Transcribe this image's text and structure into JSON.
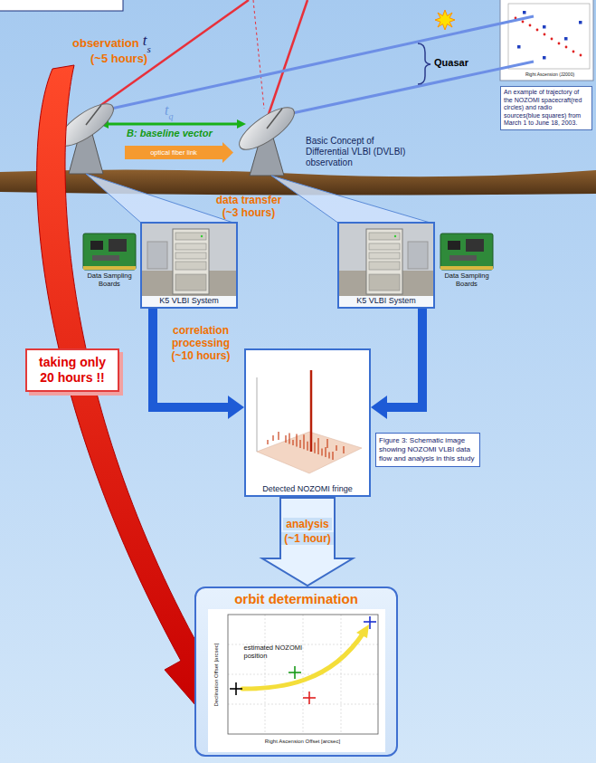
{
  "diagram": {
    "caption": "Figure 3: Schematic image showing NOZOMI VLBI data flow and analysis in this study",
    "nodes": [
      {
        "text": [
          "An example of trajectory of the NOZOMI spacecraft(red circles) and radio sources(blue squares) from March 1 to June 18, 2003."
        ]
      },
      {
        "text": [
          "K5 VLBI System"
        ]
      },
      {
        "text": [
          "K5 VLBI System"
        ]
      },
      {
        "text": [
          "Detected NOZOMI fringe"
        ]
      },
      {
        "text": [
          "taking only 20 hours !!"
        ]
      },
      {
        "text": [
          "orbit determination"
        ]
      },
      {
        "text": [
          "estimated NOZOMI position"
        ],
        "in": 5
      }
    ],
    "edges": [
      {
        "from": 1,
        "to": 3,
        "arrow": "to"
      },
      {
        "from": 2,
        "to": 3,
        "arrow": "to"
      },
      {
        "from": 3,
        "to": 5,
        "arrow": "to"
      }
    ],
    "labels": [
      "observation",
      "t",
      "s",
      "(~5 hours)",
      "t",
      "q",
      "Quasar",
      "B: baseline vector",
      "optical fiber link",
      "Basic Concept of Differential VLBI (DVLBI) observation",
      "data transfer",
      "(~3 hours)",
      "Data Sampling Boards",
      "Data Sampling Boards",
      "correlation processing",
      "(~10 hours)",
      "analysis",
      "(~1 hour)",
      "Right Ascension (J2000)",
      "Right Ascension Offset [arcsec]",
      "Declination Offset [arcsec]"
    ]
  }
}
